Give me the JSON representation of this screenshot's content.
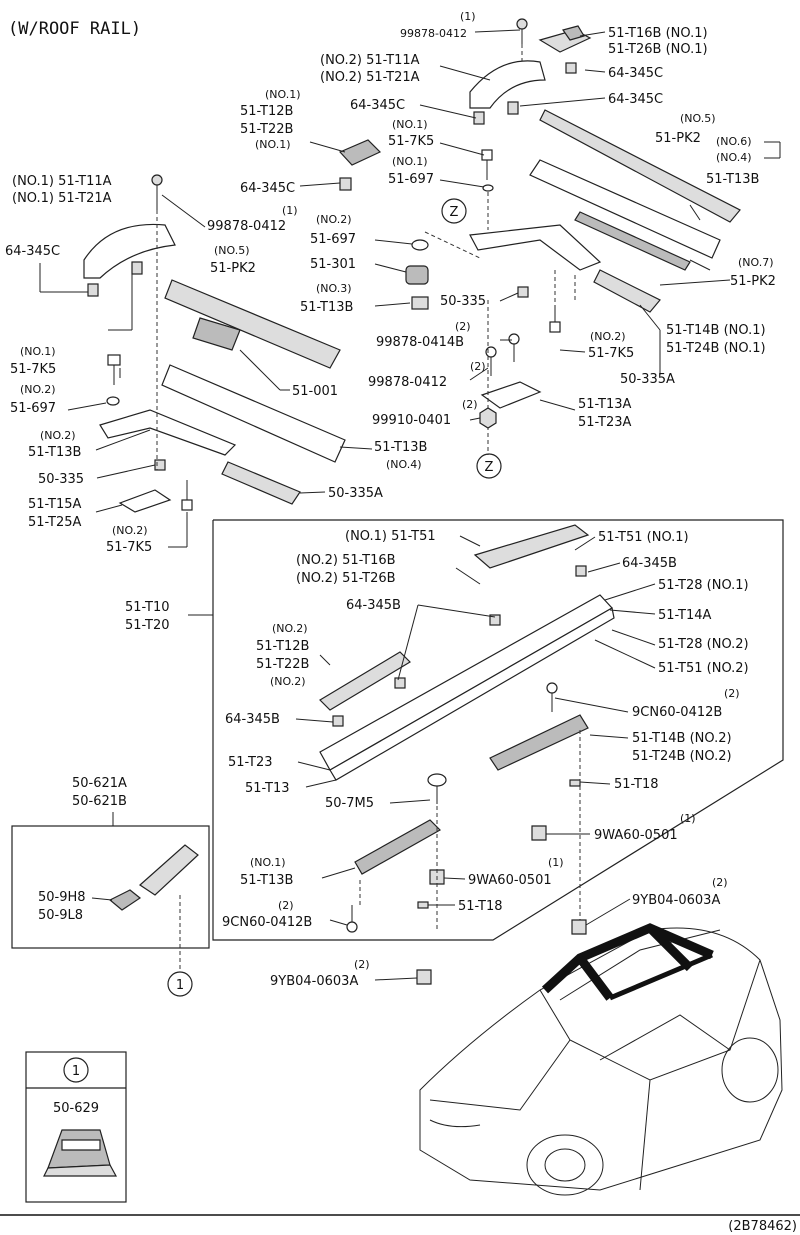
{
  "title": "(W/ROOF RAIL)",
  "footer_code": "(2B78462)",
  "callout_symbol": "1",
  "zone_symbol": "Z",
  "inset": {
    "header": "1",
    "part": "50-629"
  },
  "labels": {
    "l01": "99878-0412",
    "l01q": "(1)",
    "l02": "51-T16B (NO.1)",
    "l03": "51-T26B (NO.1)",
    "l04": "(NO.2) 51-T11A",
    "l05": "(NO.2) 51-T21A",
    "l06": "64-345C",
    "l07": "64-345C",
    "l08": "64-345C",
    "l09": "(NO.1)",
    "l10": "51-T12B",
    "l11": "51-T22B",
    "l12": "(NO.1)",
    "l13": "(NO.1)",
    "l14": "51-7K5",
    "l15": "(NO.1)",
    "l16": "51-697",
    "l17": "(NO.5)",
    "l18": "51-PK2",
    "l19": "(NO.6)",
    "l20": "(NO.4)",
    "l21": "51-T13B",
    "l22": "(NO.1) 51-T11A",
    "l23": "(NO.1) 51-T21A",
    "l24": "64-345C",
    "l25": "(1)",
    "l26": "99878-0412",
    "l27": "64-345C",
    "l28": "(NO.2)",
    "l29": "51-697",
    "l30": "51-301",
    "l31": "(NO.3)",
    "l32": "51-T13B",
    "l33": "50-335",
    "l34": "(NO.5)",
    "l35": "51-PK2",
    "l36": "(NO.7)",
    "l37": "51-PK2",
    "l38": "(2)",
    "l39": "99878-0414B",
    "l40": "(NO.2)",
    "l41": "51-7K5",
    "l42": "51-T14B (NO.1)",
    "l43": "51-T24B (NO.1)",
    "l44": "(NO.1)",
    "l45": "51-7K5",
    "l46": "(NO.2)",
    "l47": "51-697",
    "l48": "51-001",
    "l49": "(2)",
    "l50": "99878-0412",
    "l51": "50-335A",
    "l52": "51-T13A",
    "l53": "51-T23A",
    "l54": "(2)",
    "l55": "99910-0401",
    "l56": "(NO.2)",
    "l57": "51-T13B",
    "l58": "51-T13B",
    "l59": "(NO.4)",
    "l60": "50-335",
    "l61": "51-T15A",
    "l62": "51-T25A",
    "l63": "50-335A",
    "l64": "(NO.2)",
    "l65": "51-7K5",
    "l66": "(NO.1) 51-T51",
    "l67": "51-T51 (NO.1)",
    "l68": "(NO.2) 51-T16B",
    "l69": "(NO.2) 51-T26B",
    "l70": "64-345B",
    "l71": "51-T28 (NO.1)",
    "l72": "51-T10",
    "l73": "51-T20",
    "l74": "64-345B",
    "l75": "51-T14A",
    "l76": "(NO.2)",
    "l77": "51-T12B",
    "l78": "51-T22B",
    "l79": "(NO.2)",
    "l80": "51-T28 (NO.2)",
    "l81": "51-T51 (NO.2)",
    "l82": "(2)",
    "l83": "9CN60-0412B",
    "l84": "64-345B",
    "l85": "51-T14B (NO.2)",
    "l86": "51-T24B (NO.2)",
    "l87": "51-T23",
    "l88": "51-T13",
    "l89": "51-T18",
    "l90": "50-7M5",
    "l91": "50-621A",
    "l92": "50-621B",
    "l93": "(1)",
    "l94": "9WA60-0501",
    "l95": "(NO.1)",
    "l96": "51-T13B",
    "l97": "(1)",
    "l98": "9WA60-0501",
    "l99": "50-9H8",
    "l100": "50-9L8",
    "l101": "(2)",
    "l102": "9CN60-0412B",
    "l103": "51-T18",
    "l104": "(2)",
    "l105": "9YB04-0603A",
    "l106": "(2)",
    "l107": "9YB04-0603A"
  }
}
